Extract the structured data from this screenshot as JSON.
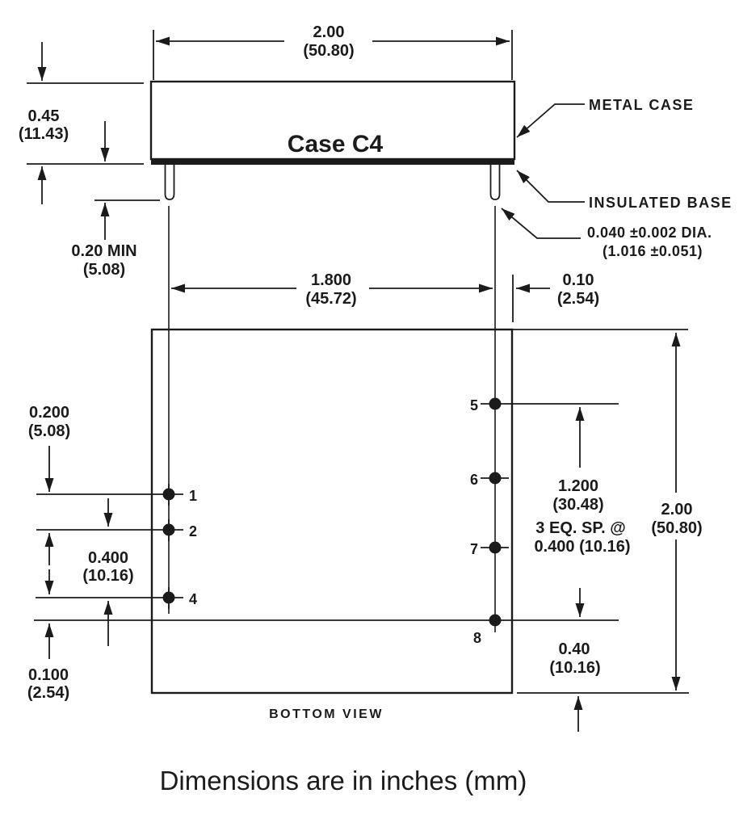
{
  "page": {
    "background": "#ffffff",
    "ink": "#1b1b1b"
  },
  "drawing": {
    "case_label": "Case C4",
    "bottom_view_label": "BOTTOM VIEW",
    "footer_note": "Dimensions are in inches (mm)",
    "callouts": {
      "metal_case": "METAL CASE",
      "insulated_base": "INSULATED BASE",
      "pin_diameter_in": "0.040 ±0.002 DIA.",
      "pin_diameter_mm": "(1.016 ±0.051)"
    },
    "dims": {
      "case_width": {
        "in": "2.00",
        "mm": "(50.80)"
      },
      "case_height": {
        "in": "0.45",
        "mm": "(11.43)"
      },
      "pin_length": {
        "in": "0.20 MIN",
        "mm": "(5.08)"
      },
      "pin_row_span": {
        "in": "1.800",
        "mm": "(45.72)"
      },
      "pin_edge_offset": {
        "in": "0.10",
        "mm": "(2.54)"
      },
      "pin1_pin2_spacing": {
        "in": "0.200",
        "mm": "(5.08)"
      },
      "pin2_pin4_spacing": {
        "in": "0.400",
        "mm": "(10.16)"
      },
      "pin4_pin8_offset": {
        "in": "0.100",
        "mm": "(2.54)"
      },
      "right_row_span": {
        "in": "1.200",
        "mm": "(30.48)",
        "note1": "3 EQ. SP. @",
        "note2": "0.400 (10.16)"
      },
      "body_length": {
        "in": "2.00",
        "mm": "(50.80)"
      },
      "pin8_edge_offset": {
        "in": "0.40",
        "mm": "(10.16)"
      }
    },
    "pins": {
      "p1": "1",
      "p2": "2",
      "p4": "4",
      "p5": "5",
      "p6": "6",
      "p7": "7",
      "p8": "8"
    }
  }
}
